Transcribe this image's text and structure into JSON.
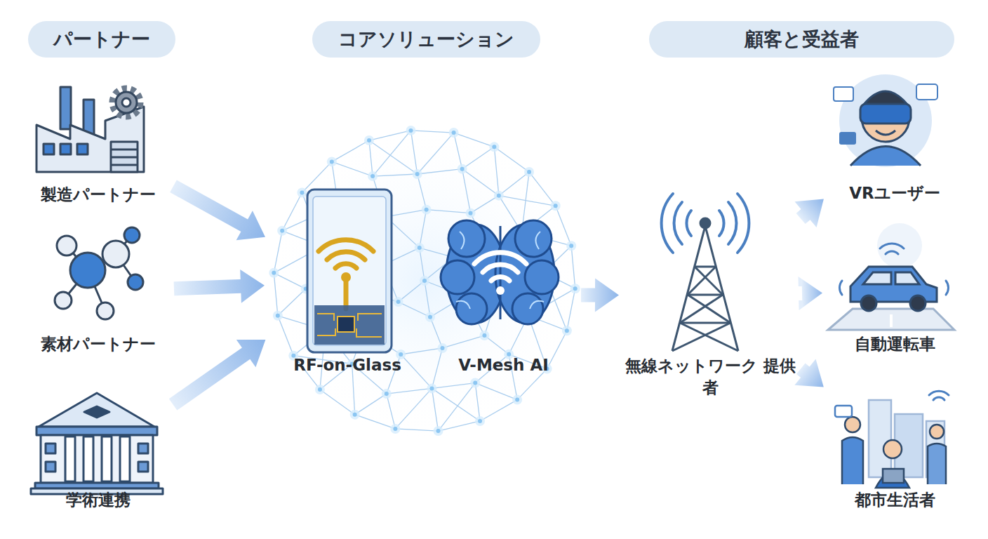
{
  "diagram": {
    "nodes": [
      {
        "text": [
          "パートナー"
        ]
      },
      {
        "text": [
          "コアソリューション"
        ]
      },
      {
        "text": [
          "顧客と受益者"
        ]
      },
      {
        "text": [
          "製造パートナー"
        ]
      },
      {
        "text": [
          "素材パートナー"
        ]
      },
      {
        "text": [
          "学術連携"
        ]
      },
      {
        "text": [
          "RF-on-Glass"
        ]
      },
      {
        "text": [
          "V-Mesh AI"
        ]
      },
      {
        "text": [
          "無線ネットワーク 提供者"
        ]
      },
      {
        "text": [
          "VRユーザー"
        ]
      },
      {
        "text": [
          "自動運転車"
        ]
      },
      {
        "text": [
          "都市生活者"
        ]
      }
    ],
    "edges": [
      {
        "from": 3,
        "to": 6,
        "arrow": "to"
      },
      {
        "from": 4,
        "to": 6,
        "arrow": "to"
      },
      {
        "from": 5,
        "to": 6,
        "arrow": "to"
      },
      {
        "from": 7,
        "to": 8,
        "arrow": "to"
      },
      {
        "from": 8,
        "to": 9,
        "arrow": "to"
      },
      {
        "from": 8,
        "to": 10,
        "arrow": "to"
      },
      {
        "from": 8,
        "to": 11,
        "arrow": "to"
      }
    ]
  }
}
